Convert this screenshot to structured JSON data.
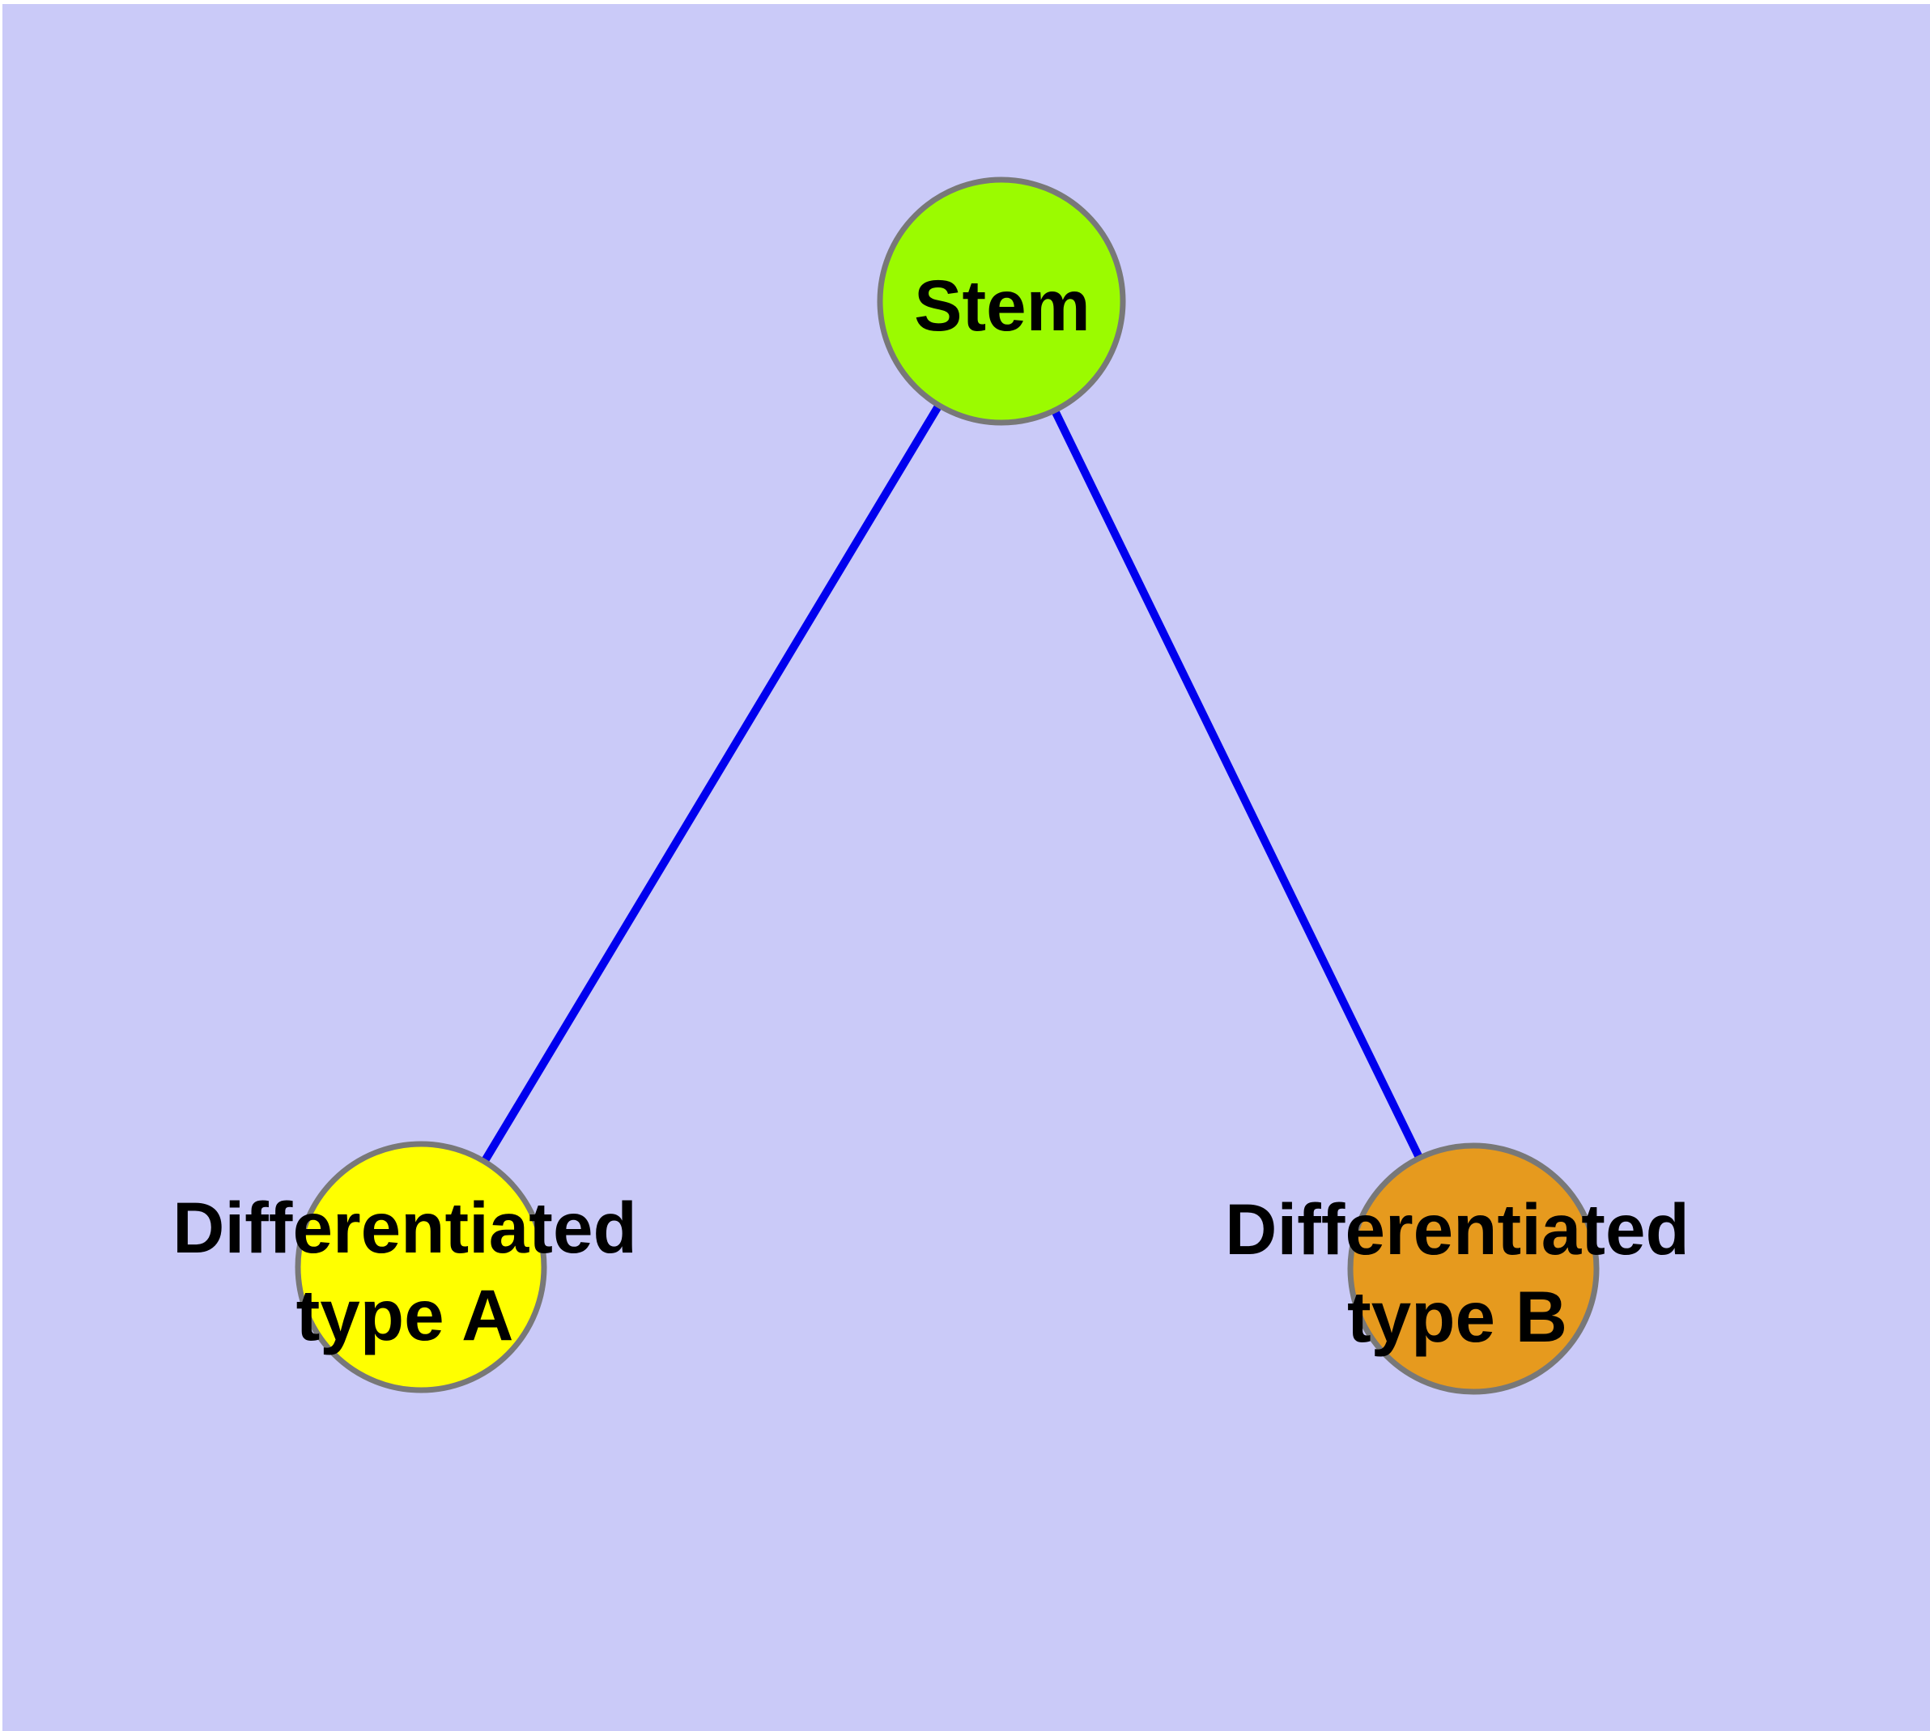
{
  "graph": {
    "background_color": "#CACAF8",
    "edge_color": "#0000EE",
    "node_border_color": "#787878",
    "text_color": "#000000",
    "nodes": [
      {
        "id": "stem",
        "label": "Stem",
        "fill": "#9BFB00"
      },
      {
        "id": "differentiated-type-a",
        "label_line1": "Differentiated",
        "label_line2": "type A",
        "fill": "#FFFF00"
      },
      {
        "id": "differentiated-type-b",
        "label_line1": "Differentiated",
        "label_line2": "type B",
        "fill": "#E69A1E"
      }
    ],
    "edges": [
      {
        "from": "Stem",
        "to": "Differentiated type A"
      },
      {
        "from": "Stem",
        "to": "Differentiated type B"
      }
    ]
  }
}
